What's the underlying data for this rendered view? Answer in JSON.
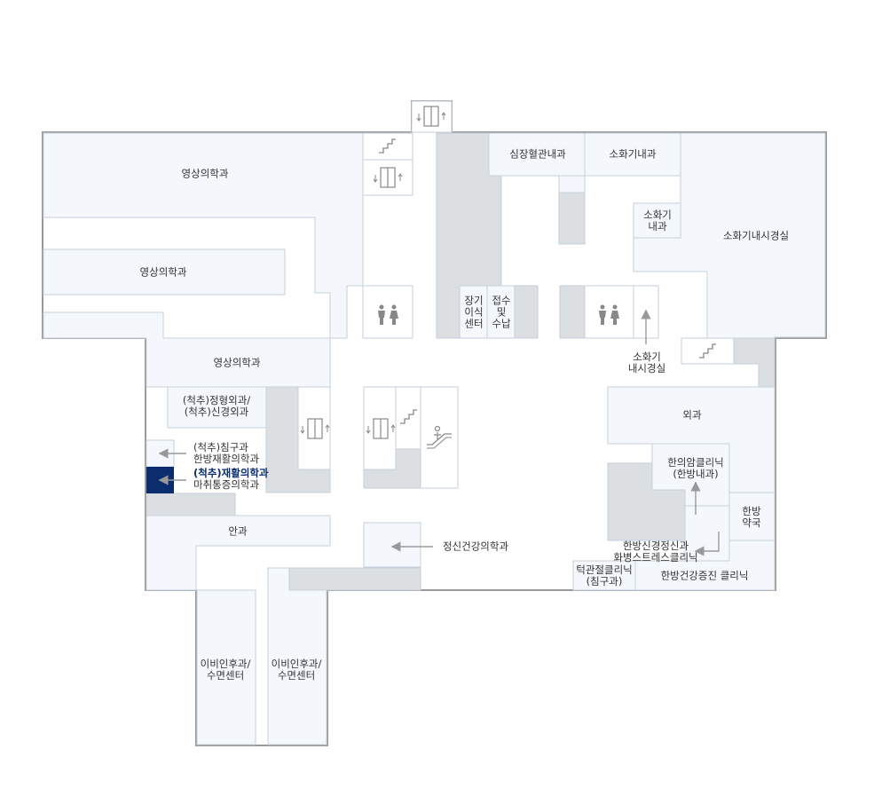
{
  "colors": {
    "room": "#f4f8fd",
    "wall": "#9a9a9a",
    "gray": "#dcdfe2",
    "highlight": "#0b2d6e",
    "text": "#333333",
    "arrow": "#9a9a9a"
  },
  "icons": [
    "elevator-icon",
    "stairs-icon",
    "restroom-icon",
    "escalator-icon"
  ],
  "rooms": {
    "radiology_1": "영상의학과",
    "radiology_2": "영상의학과",
    "radiology_3": "영상의학과",
    "cardiology": "심장혈관내과",
    "gastro": "소화기내과",
    "gastro_small": [
      "소화기",
      "내과"
    ],
    "endoscopy": "소화기내시경실",
    "organ_transplant": [
      "장기",
      "이식",
      "센터"
    ],
    "reception": [
      "접수",
      "및",
      "수납"
    ],
    "endoscopy_pointer": [
      "소화기",
      "내시경실"
    ],
    "spine_ortho": [
      "(척추)정형외과/",
      "(척추)신경외과"
    ],
    "acupuncture": [
      "(척추)침구과",
      "한방재활의학과"
    ],
    "rehab": "(척추)재활의학과",
    "anesthesia": "마취통증의학과",
    "surgery": "외과",
    "oncology": [
      "한의암클리닉",
      "(한방내과)"
    ],
    "pharmacy": [
      "한방",
      "약국"
    ],
    "neuro_psych": [
      "한방신경정신과",
      "화병스트레스클리닉"
    ],
    "tmj": [
      "턱관절클리닉",
      "(침구과)"
    ],
    "health_promo": "한방건강증진 클리닉",
    "ophthalmology": "안과",
    "psychiatry": "정신건강의학과",
    "ent_1": [
      "이비인후과/",
      "수면센터"
    ],
    "ent_2": [
      "이비인후과/",
      "수면센터"
    ]
  }
}
